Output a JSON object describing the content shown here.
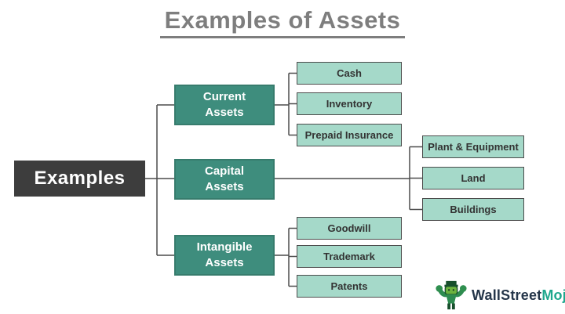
{
  "title": "Examples of Assets",
  "root_label": "Examples",
  "tree": {
    "categories": [
      {
        "label": "Current Assets",
        "children": [
          "Cash",
          "Inventory",
          "Prepaid Insurance"
        ]
      },
      {
        "label": "Capital Assets",
        "children": [
          "Plant & Equipment",
          "Land",
          "Buildings"
        ]
      },
      {
        "label": "Intangible Assets",
        "children": [
          "Goodwill",
          "Trademark",
          "Patents"
        ]
      }
    ]
  },
  "branding": {
    "icon": "wallstreetmojo-bull-icon",
    "name_primary": "WallStreet",
    "name_accent": "Mojo"
  },
  "colors": {
    "title_gray": "#7e7e7e",
    "root_box_bg": "#3d3d3d",
    "category_box_bg": "#3e8d7d",
    "category_box_border": "#377c6d",
    "leaf_box_bg": "#a5d9c9",
    "leaf_box_border": "#4c4c4c",
    "connector_line": "#4c4c4c",
    "brand_primary": "#25364a",
    "brand_accent": "#1ea78d"
  }
}
